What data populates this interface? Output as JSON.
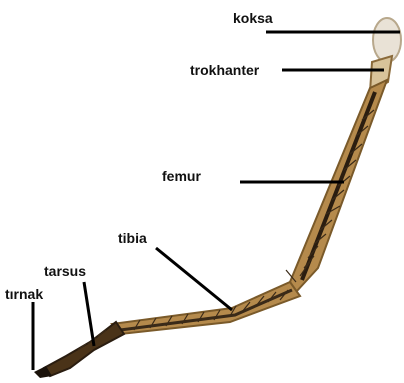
{
  "labels": {
    "koksa": "koksa",
    "trokhanter": "trokhanter",
    "femur": "femur",
    "tibia": "tibia",
    "tarsus": "tarsus",
    "tirnak": "tırnak"
  },
  "colors": {
    "background": "#ffffff",
    "leg_shaft": "#b58a4c",
    "leg_edge": "#7a5a2a",
    "leg_dark": "#2a1d10",
    "bristles": "#3a2a18",
    "pointer_lines": "#000000",
    "text": "#111111"
  }
}
